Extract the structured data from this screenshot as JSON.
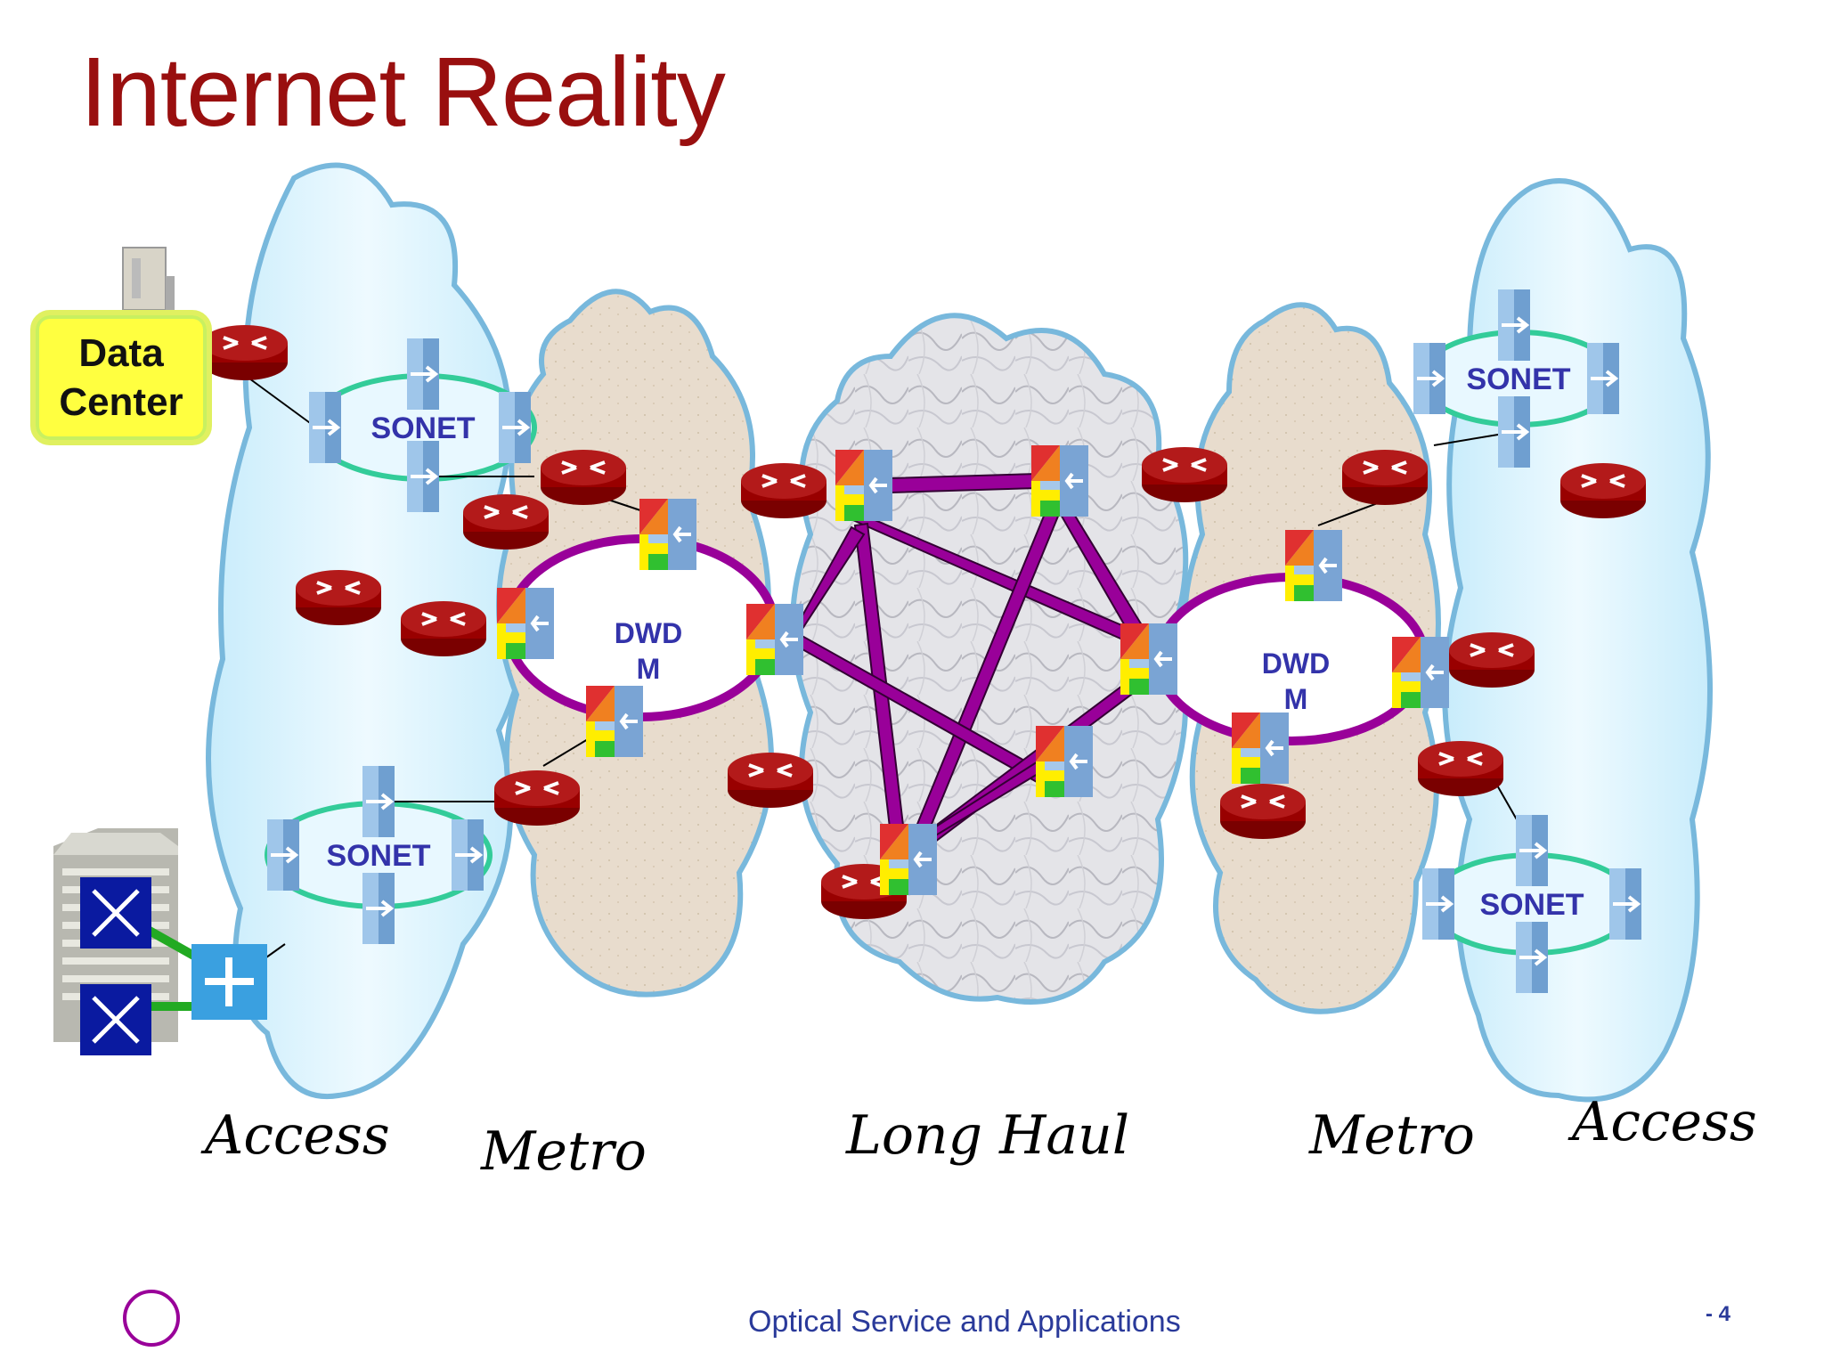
{
  "title": "Internet Reality",
  "footer": {
    "text": "Optical Service and Applications",
    "page": "- 4"
  },
  "regions": {
    "access_left": "Access",
    "metro_left": "Metro",
    "long_haul": "Long Haul",
    "metro_right": "Metro",
    "access_right": "Access"
  },
  "rings": {
    "sonet_top_left": "SONET",
    "sonet_bottom_left": "SONET",
    "sonet_top_right": "SONET",
    "sonet_bottom_right": "SONET",
    "dwdm_left_1": "DWD",
    "dwdm_left_2": "M",
    "dwdm_right_1": "DWD",
    "dwdm_right_2": "M"
  },
  "data_center": {
    "line1": "Data",
    "line2": "Center"
  },
  "colors": {
    "title": "#990f0f",
    "access_cloud": "#cfeefb",
    "metro_cloud": "#e8dccb",
    "longhaul_cloud": "#d8d8dc",
    "mesh_link": "#990099",
    "sonet_ring": "#33cc99",
    "dwdm_ring": "#990099",
    "router": "#990000",
    "footer_text": "#2a3a9a"
  }
}
